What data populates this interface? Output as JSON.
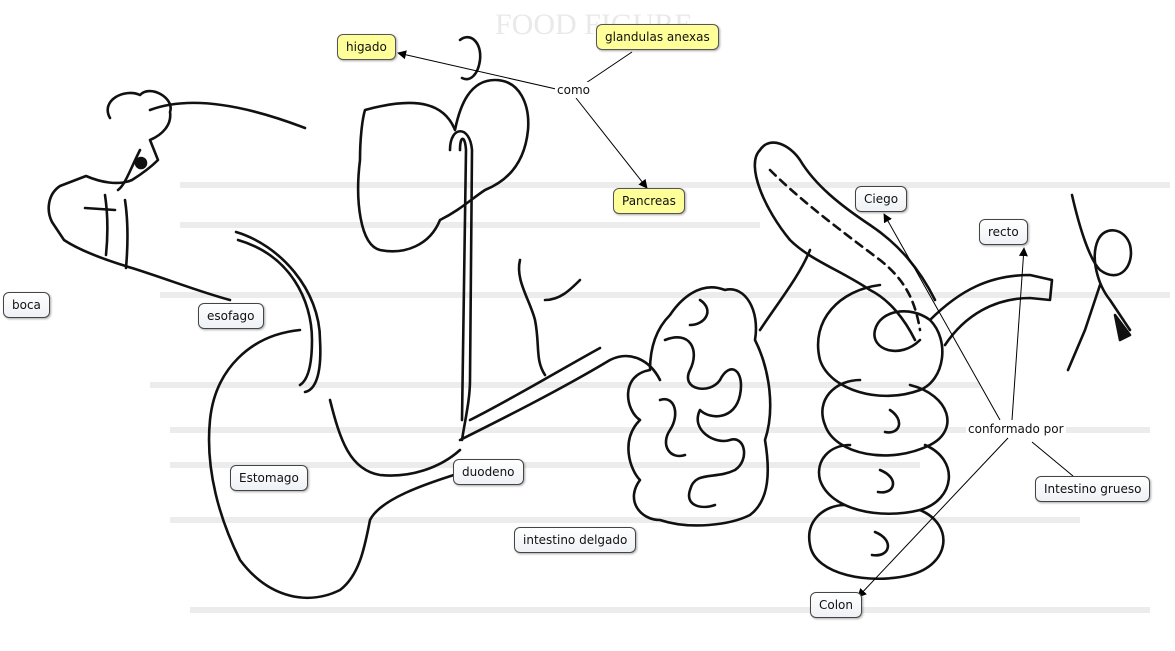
{
  "colors": {
    "highlight": "#ffff99",
    "node_bg": "#f2f4f7",
    "line": "#000000"
  },
  "background_title": "FOOD FIGURE",
  "concepts": {
    "boca": "boca",
    "esofago": "esofago",
    "estomago": "Estomago",
    "duodeno": "duodeno",
    "intestino_delgado": "intestino delgado",
    "higado": "higado",
    "glandulas_anexas": "glandulas anexas",
    "pancreas": "Pancreas",
    "ciego": "Ciego",
    "recto": "recto",
    "intestino_grueso": "Intestino grueso",
    "colon": "Colon"
  },
  "linking_phrases": {
    "como": "como",
    "conformado_por": "conformado por"
  }
}
